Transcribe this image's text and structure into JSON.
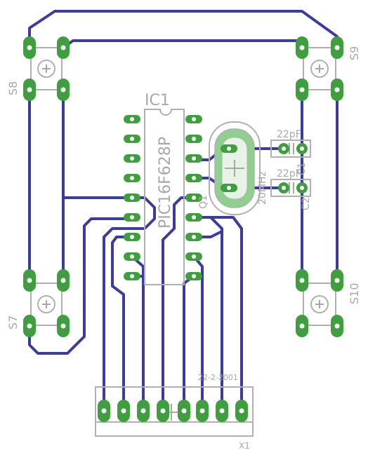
{
  "ic": {
    "ref": "IC1",
    "part": "PIC16F628P"
  },
  "crystal": {
    "ref": "Q1",
    "value": "20MHz"
  },
  "caps": [
    {
      "ref": "C1",
      "value": "22pF"
    },
    {
      "ref": "C2",
      "value": "22pF"
    }
  ],
  "switches": [
    "S8",
    "S9",
    "S7",
    "S10"
  ],
  "connector": {
    "ref": "X1",
    "date": "22-2-2001"
  }
}
